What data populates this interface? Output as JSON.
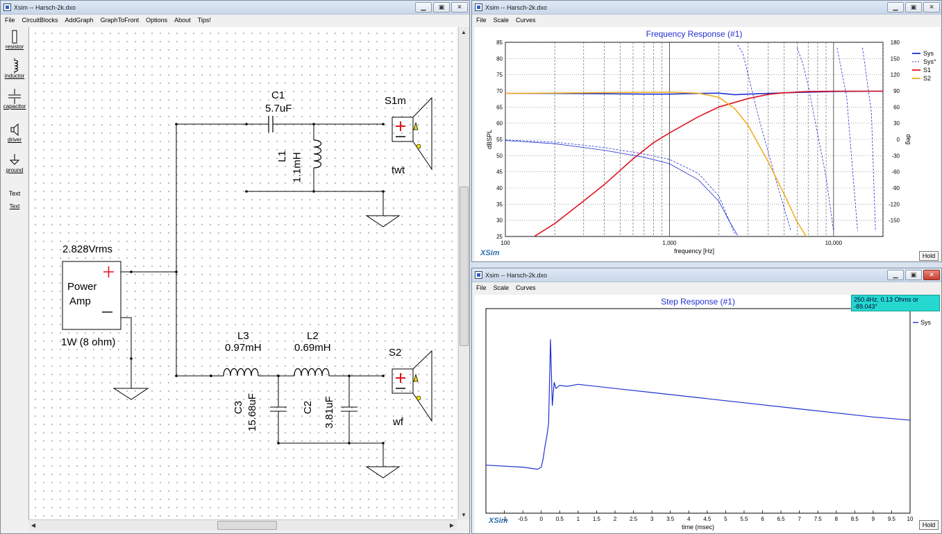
{
  "schematic_window": {
    "title": "Xsim -- Harsch-2k.dxo",
    "menu": [
      "File",
      "CircuitBlocks",
      "AddGraph",
      "GraphToFront",
      "Options",
      "About",
      "Tips!"
    ],
    "palette": [
      {
        "label": "resistor",
        "icon": "resistor-icon"
      },
      {
        "label": "inductor",
        "icon": "inductor-icon"
      },
      {
        "label": "capacitor",
        "icon": "capacitor-icon"
      },
      {
        "label": "driver",
        "icon": "driver-icon"
      },
      {
        "label": "ground",
        "icon": "ground-icon"
      },
      {
        "label": "Text",
        "icon": "text-icon"
      },
      {
        "label": "Text",
        "icon": "text-link"
      }
    ],
    "amp": {
      "voltage": "2.828Vrms",
      "line1": "Power",
      "line2": "Amp",
      "plus": "+",
      "minus": "—",
      "power": "1W (8 ohm)"
    },
    "components": {
      "c1_name": "C1",
      "c1_value": "5.7uF",
      "l1_name": "L1",
      "l1_value": "1.1mH",
      "l3_name": "L3",
      "l3_value": "0.97mH",
      "l2_name": "L2",
      "l2_value": "0.69mH",
      "c3_name": "C3",
      "c3_value": "15.68uF",
      "c2_name": "C2",
      "c2_value": "3.81uF",
      "s1_name": "S1m",
      "s1_label": "twt",
      "s2_name": "S2",
      "s2_label": "wf",
      "plus": "+",
      "minus": "—"
    }
  },
  "freq_window": {
    "title": "Xsim -- Harsch-2k.dxo",
    "menu": [
      "File",
      "Scale",
      "Curves"
    ],
    "logo": "XSim",
    "hold": "Hold",
    "colors": {
      "sys": "#1f2fd0",
      "s1": "#e0141e",
      "s2": "#f0b020"
    }
  },
  "step_window": {
    "title": "Xsim -- Harsch-2k.dxo",
    "menu": [
      "File",
      "Scale",
      "Curves"
    ],
    "logo": "XSim",
    "hold": "Hold",
    "readout": "250.4Hz, 0.13 Ohms or -89.043°"
  },
  "chart_data": [
    {
      "type": "line",
      "title": "Frequency Response (#1)",
      "xlabel": "frequency [Hz]",
      "ylabel": "dBSPL",
      "y2label": "deg",
      "xscale": "log",
      "xlim": [
        100,
        20000
      ],
      "ylim": [
        25,
        85
      ],
      "y2lim": [
        -180,
        180
      ],
      "xticks": [
        100,
        1000,
        10000
      ],
      "xtick_labels": [
        "100",
        "1,000",
        "10,000"
      ],
      "yticks": [
        25,
        30,
        35,
        40,
        45,
        50,
        55,
        60,
        65,
        70,
        75,
        80,
        85
      ],
      "y2ticks": [
        -150,
        -120,
        -90,
        -60,
        -30,
        0,
        30,
        60,
        90,
        120,
        150,
        180
      ],
      "grid": true,
      "legend": "top-right",
      "series": [
        {
          "name": "Sys",
          "axis": "left",
          "color": "#1f2fd0",
          "x": [
            100,
            200,
            400,
            700,
            1000,
            1500,
            2000,
            2500,
            3000,
            4000,
            6000,
            10000,
            20000
          ],
          "values": [
            69.2,
            69.2,
            69.1,
            69.0,
            69.0,
            69.2,
            69.3,
            68.8,
            69.0,
            69.2,
            69.5,
            69.8,
            69.9
          ]
        },
        {
          "name": "Sys°",
          "axis": "right",
          "dashed": true,
          "color": "#1f2fd0",
          "x": [
            100,
            200,
            400,
            700,
            1000,
            1500,
            2000,
            2500,
            2600,
            2800,
            3500,
            4500,
            5500,
            6000,
            6500,
            7000,
            9000,
            10000,
            10500,
            12000,
            14000,
            15000,
            17000,
            18000
          ],
          "values": [
            -1,
            -5,
            -15,
            -27,
            -37,
            -63,
            -105,
            -175,
            175,
            160,
            40,
            -80,
            -170,
            170,
            140,
            100,
            -70,
            -170,
            170,
            80,
            -170,
            170,
            50,
            -170
          ]
        },
        {
          "name": "S1",
          "axis": "left",
          "color": "#e0141e",
          "x": [
            100,
            150,
            200,
            300,
            400,
            600,
            800,
            1000,
            1500,
            2000,
            3000,
            4000,
            5000,
            7000,
            10000,
            20000
          ],
          "values": [
            18,
            25,
            29,
            36,
            41,
            49,
            54,
            57,
            62,
            65,
            67.6,
            68.9,
            69.4,
            69.8,
            69.9,
            69.9
          ]
        },
        {
          "name": "S2",
          "axis": "left",
          "color": "#f0b020",
          "x": [
            100,
            300,
            600,
            1000,
            1500,
            2000,
            2500,
            3000,
            4000,
            5000,
            6000,
            7000
          ],
          "values": [
            69.2,
            69.4,
            69.5,
            69.6,
            69.3,
            68.0,
            64.5,
            59.5,
            48.0,
            38.0,
            29.5,
            24.0
          ]
        },
        {
          "name": "",
          "axis": "right",
          "thin": true,
          "color": "#1f2fd0",
          "x": [
            100,
            200,
            400,
            700,
            1000,
            1500,
            2000,
            2300,
            2600
          ],
          "values": [
            -2,
            -8,
            -20,
            -33,
            -45,
            -75,
            -115,
            -150,
            -178
          ]
        }
      ]
    },
    {
      "type": "line",
      "title": "Step Response (#1)",
      "xlabel": "time (msec)",
      "xlim": [
        -1.5,
        10
      ],
      "ylim": [
        -1,
        1
      ],
      "xticks": [
        -1,
        -0.5,
        0,
        0.5,
        1,
        1.5,
        2,
        2.5,
        3,
        3.5,
        4,
        4.5,
        5,
        5.5,
        6,
        6.5,
        7,
        7.5,
        8,
        8.5,
        9,
        9.5,
        10
      ],
      "xtick_labels": [
        "-1",
        "-0.5",
        "0",
        "0.5",
        "1",
        "1.5",
        "2",
        "2.5",
        "3",
        "3.5",
        "4",
        "4.5",
        "5",
        "5.5",
        "6",
        "6.5",
        "7",
        "7.5",
        "8",
        "8.5",
        "9",
        "9.5",
        "10"
      ],
      "grid": false,
      "legend": "top-right",
      "series": [
        {
          "name": "Sys",
          "color": "#1f2fd0",
          "x": [
            -1.5,
            -0.5,
            -0.1,
            0.0,
            0.05,
            0.1,
            0.15,
            0.2,
            0.25,
            0.3,
            0.35,
            0.4,
            0.5,
            0.7,
            1.0,
            3,
            5,
            7,
            9,
            10
          ],
          "values": [
            -0.53,
            -0.55,
            -0.57,
            -0.55,
            -0.47,
            -0.35,
            -0.25,
            -0.12,
            0.7,
            0.05,
            0.28,
            0.22,
            0.25,
            0.24,
            0.26,
            0.18,
            0.1,
            0.02,
            -0.06,
            -0.09
          ]
        }
      ]
    }
  ]
}
